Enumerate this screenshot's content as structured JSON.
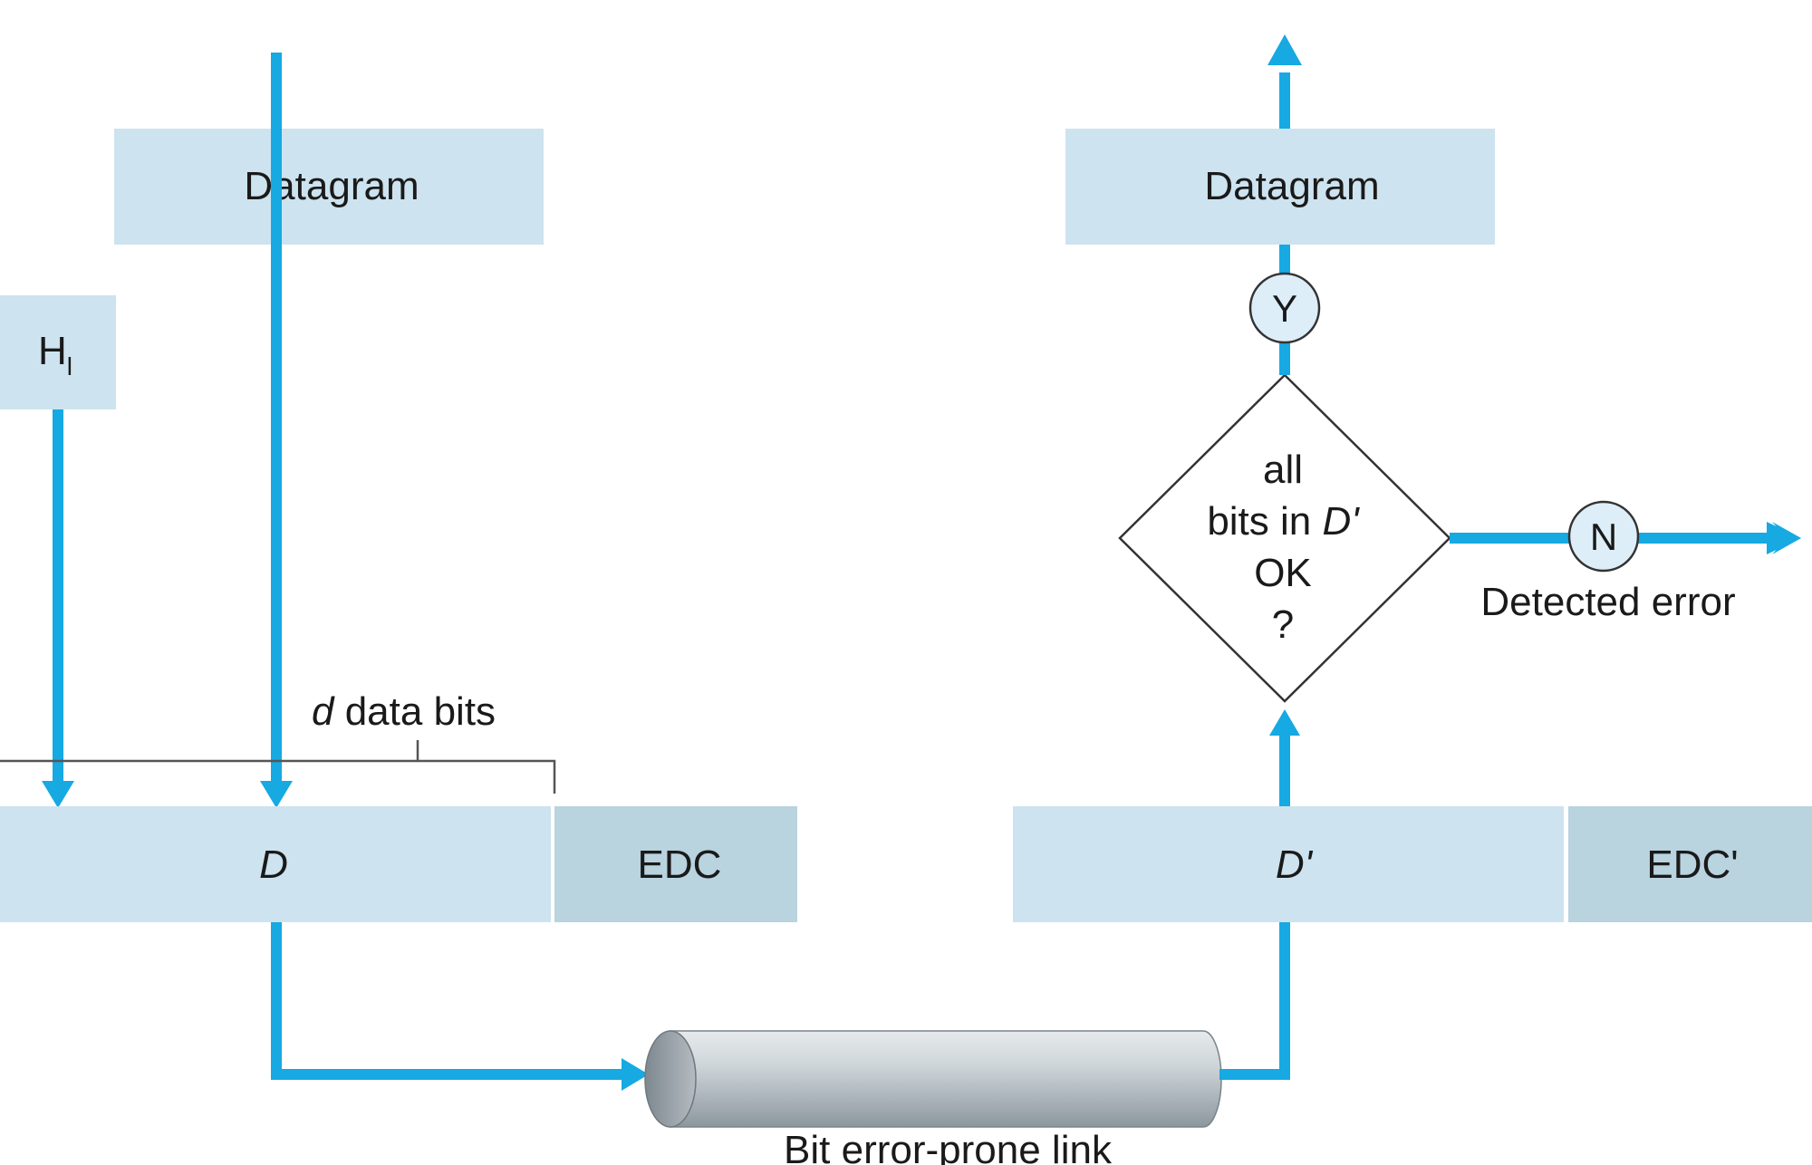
{
  "sender": {
    "datagram_label": "Datagram",
    "header_label": "H",
    "header_subscript": "l",
    "data_bits_label_var": "d",
    "data_bits_label_rest": " data bits",
    "frame_data_label": "D",
    "frame_edc_label": "EDC"
  },
  "receiver": {
    "datagram_label": "Datagram",
    "yes_label": "Y",
    "no_label": "N",
    "decision_line1": "all",
    "decision_line2_prefix": "bits in ",
    "decision_line2_var": "D'",
    "decision_line3": "OK",
    "decision_line4": "?",
    "detected_error_label": "Detected error",
    "frame_data_label": "D'",
    "frame_edc_label": "EDC'"
  },
  "link": {
    "label": "Bit error-prone link"
  },
  "colors": {
    "arrow": "#16a9e2",
    "box_light": "#cde3ef",
    "box_dark": "#b9d3df",
    "circle_fill": "#ddeef8",
    "pipe_mid": "#c9cfd3",
    "outline": "#333333"
  }
}
